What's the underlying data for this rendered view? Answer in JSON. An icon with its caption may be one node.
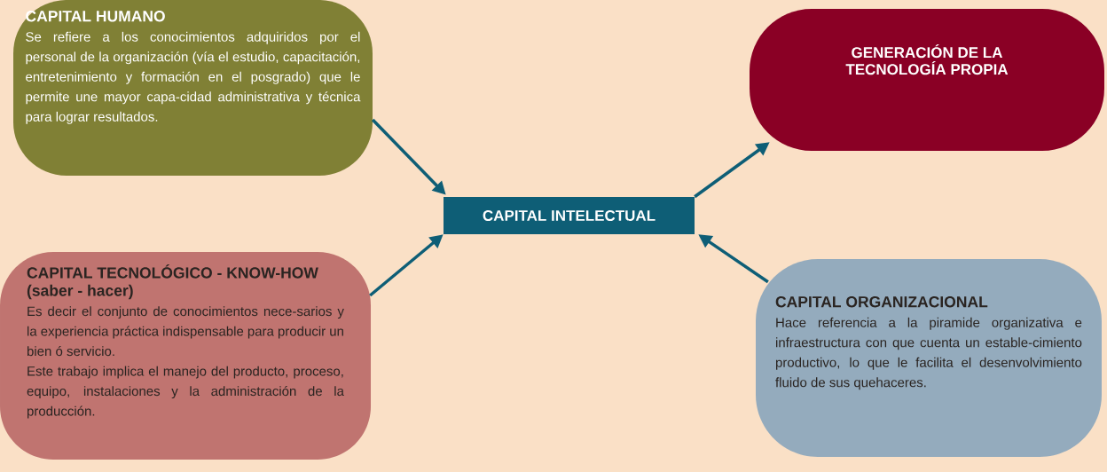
{
  "diagram": {
    "nodes": [
      {
        "text": [
          "CAPITAL HUMANO",
          "Se refiere a los conocimientos adquiridos por el personal de la organización (vía el estudio, capacitación, entretenimiento y formación en el posgrado) que le permite une mayor capa-cidad administrativa y técnica para lograr resultados."
        ]
      },
      {
        "text": [
          "GENERACIÓN DE LA TECNOLOGÍA PROPIA"
        ]
      },
      {
        "text": [
          "CAPITAL INTELECTUAL"
        ]
      },
      {
        "text": [
          "CAPITAL TECNOLÓGICO - KNOW-HOW (saber - hacer)",
          "Es decir el conjunto de conocimientos nece-sarios y la experiencia práctica indispensable para producir un bien ó servicio.",
          "Este trabajo implica el manejo del producto, proceso, equipo, instalaciones y la administración de la producción."
        ]
      },
      {
        "text": [
          "CAPITAL ORGANIZACIONAL",
          "Hace referencia a la piramide organizativa e infraestructura con que cuenta un estable-cimiento productivo, lo que le facilita el desenvolvimiento fluido de sus quehaceres."
        ]
      }
    ],
    "edges": [
      {
        "from": 0,
        "to": 2,
        "arrow": "to"
      },
      {
        "from": 3,
        "to": 2,
        "arrow": "to"
      },
      {
        "from": 2,
        "to": 1,
        "arrow": "to"
      },
      {
        "from": 4,
        "to": 2,
        "arrow": "to"
      }
    ]
  }
}
